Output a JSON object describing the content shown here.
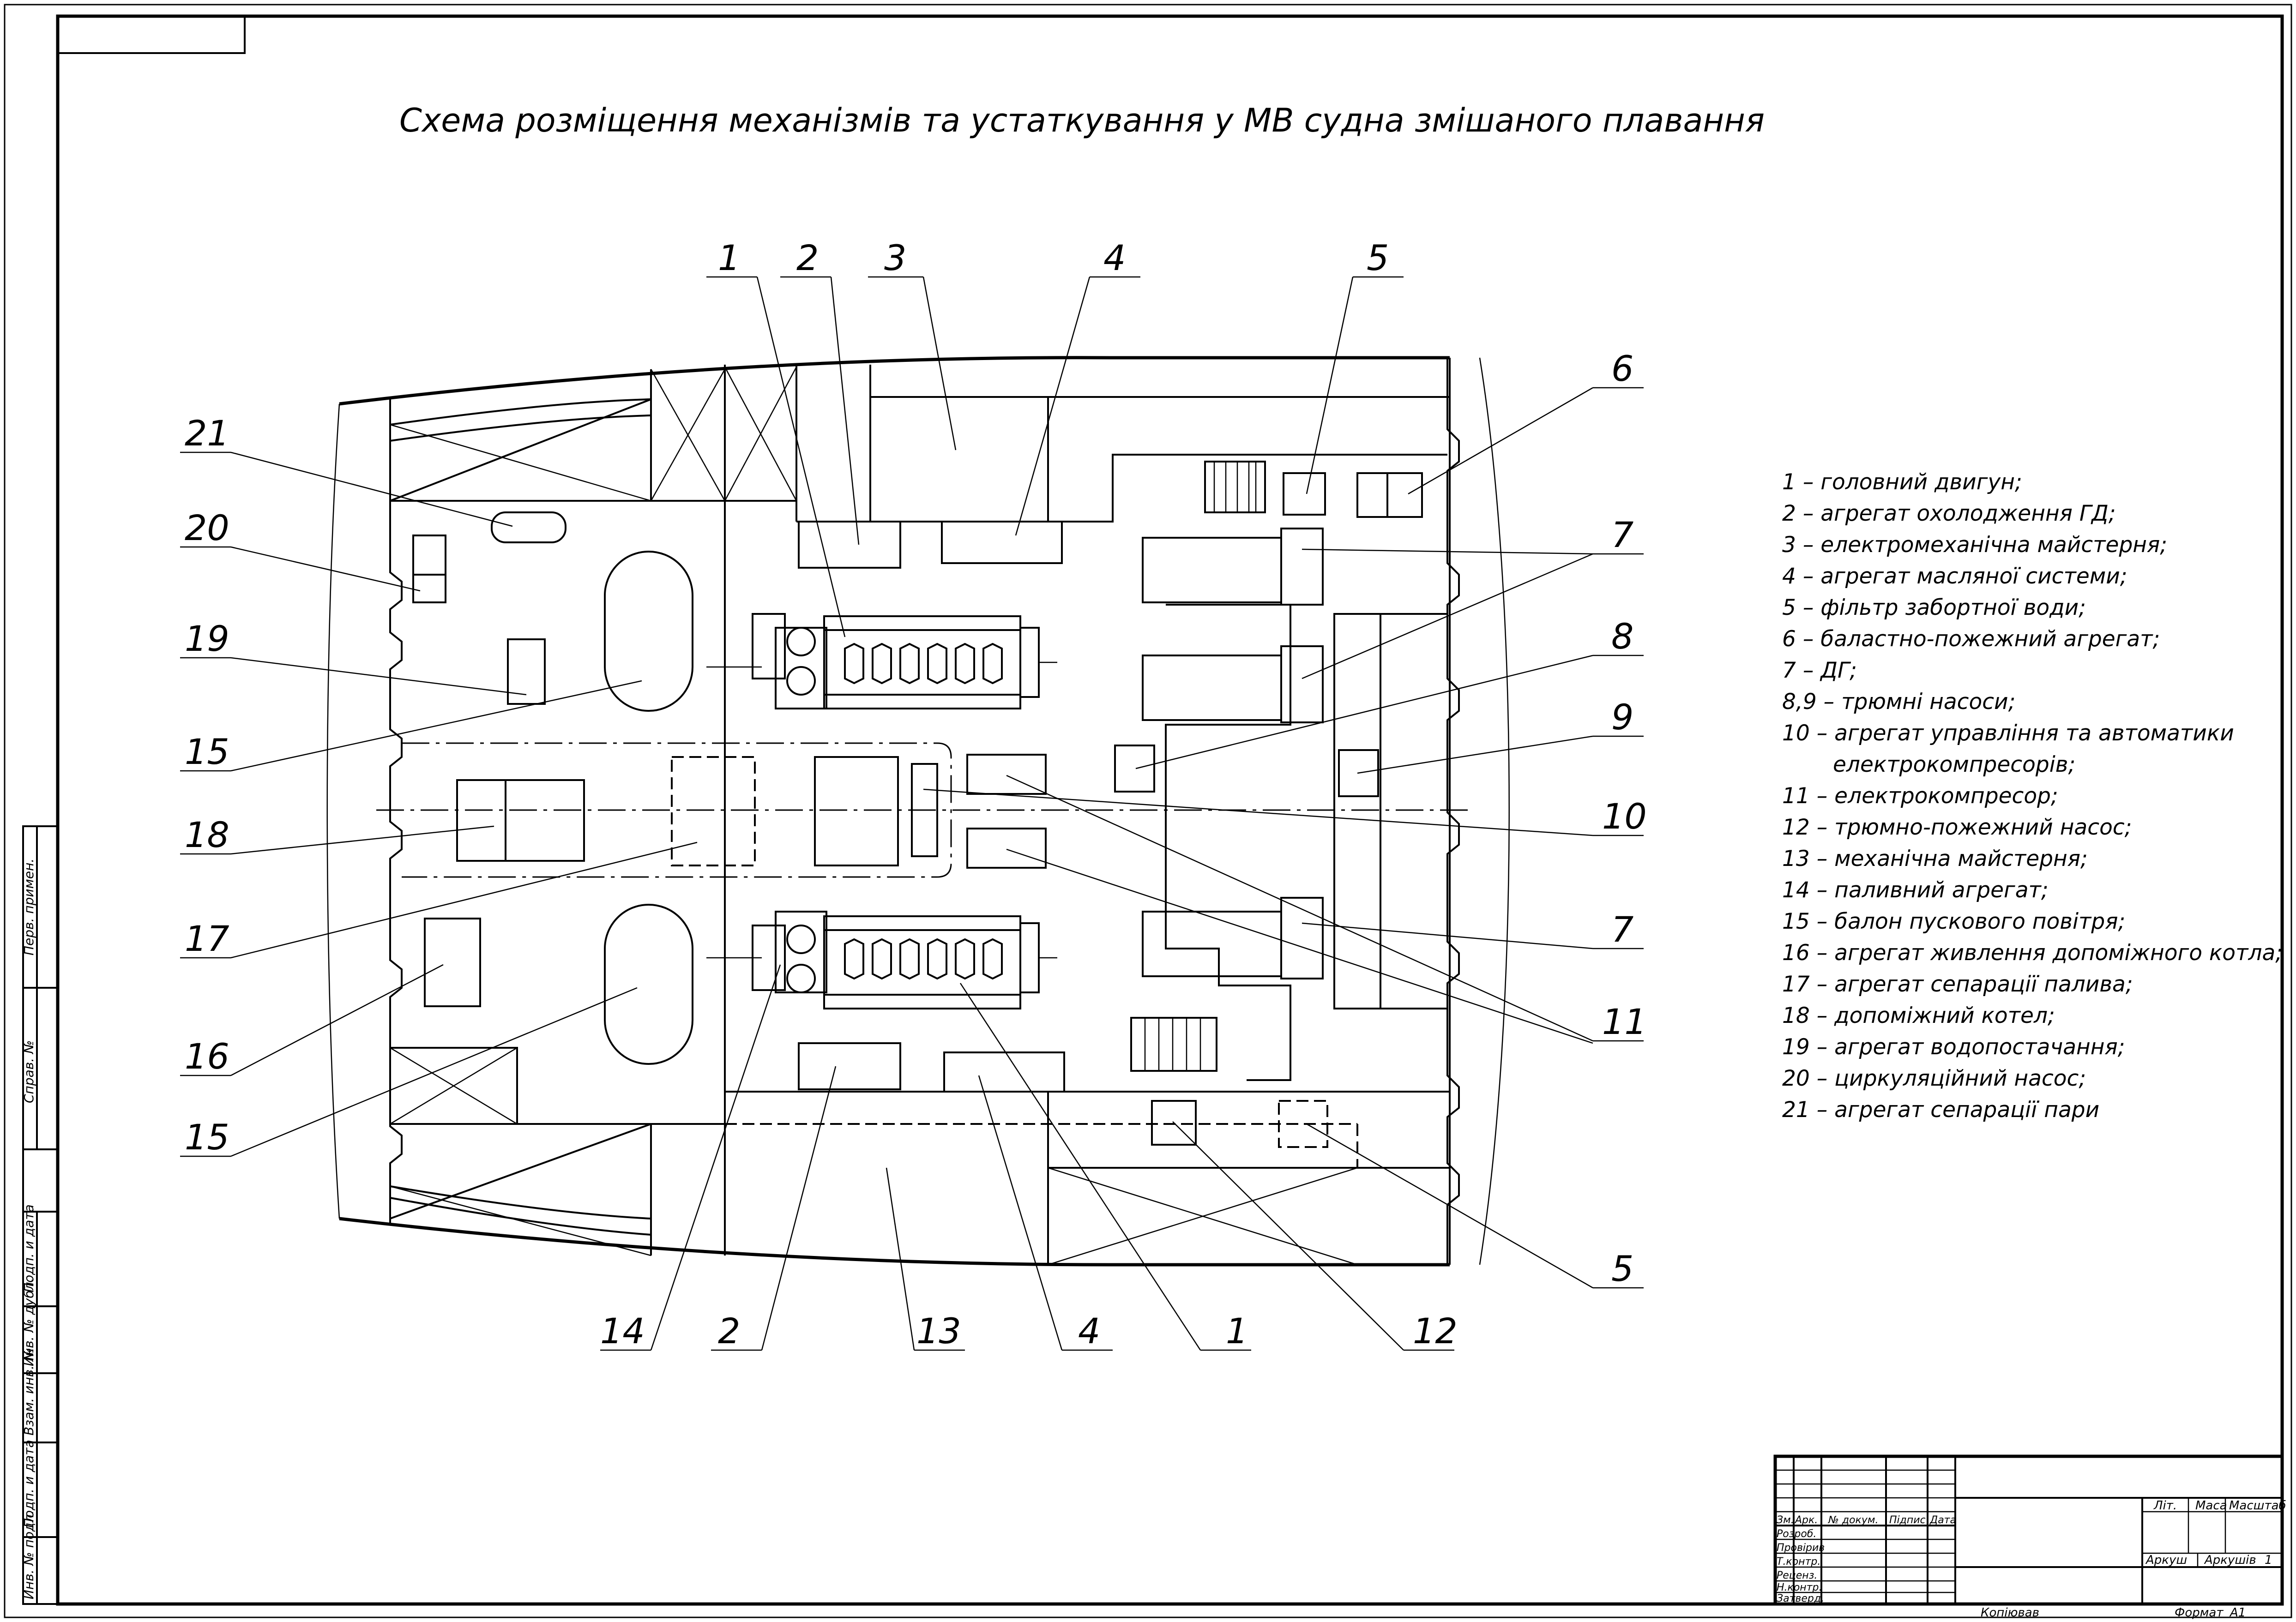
{
  "title": "Схема розміщення механізмів та устаткування у МВ судна змішаного плавання",
  "callouts": {
    "top": [
      "1",
      "2",
      "3",
      "4",
      "5"
    ],
    "right": [
      "6",
      "7",
      "8",
      "9",
      "10",
      "7",
      "11",
      "5"
    ],
    "bottom": [
      "14",
      "2",
      "13",
      "4",
      "1",
      "12"
    ],
    "left": [
      "21",
      "20",
      "19",
      "15",
      "18",
      "17",
      "16",
      "15"
    ]
  },
  "legend": [
    "1 – головний двигун;",
    "2 – агрегат охолодження ГД;",
    "3 – електромеханічна майстерня;",
    "4 – агрегат масляної системи;",
    "5 – фільтр забортної води;",
    "6 – баластно-пожежний агрегат;",
    "7 – ДГ;",
    "8,9 – трюмні насоси;",
    "10 – агрегат управління та автоматики",
    "електрокомпресорів;",
    "11 – електрокомпресор;",
    "12 – трюмно-пожежний насос;",
    "13 – механічна майстерня;",
    "14 – паливний агрегат;",
    "15 – балон пускового повітря;",
    "16 – агрегат живлення допоміжного котла;",
    "17 – агрегат сепарації палива;",
    "18 – допоміжний котел;",
    "19 – агрегат водопостачання;",
    "20 – циркуляційний насос;",
    "21 – агрегат сепарації пари"
  ],
  "title_block": {
    "headers": [
      "Зм.",
      "Арк.",
      "№ докум.",
      "Підпис",
      "Дата"
    ],
    "roles": [
      "Розроб.",
      "Провірив",
      "Т.контр.",
      "Реценз.",
      "Н.контр.",
      "Затверд."
    ],
    "lit": "Літ.",
    "mass": "Маса",
    "scale": "Масштаб",
    "sheet": "Аркуш",
    "sheets": "Аркушів",
    "sheets_value": "1",
    "copied": "Копіював",
    "format": "Формат",
    "format_value": "A1"
  },
  "side_stamps": [
    "Перв. примен.",
    "Справ. №",
    "Подп. и дата",
    "Инв. № дубл.",
    "Взам. инв. №",
    "Подп. и дата",
    "Инв. № подл."
  ]
}
